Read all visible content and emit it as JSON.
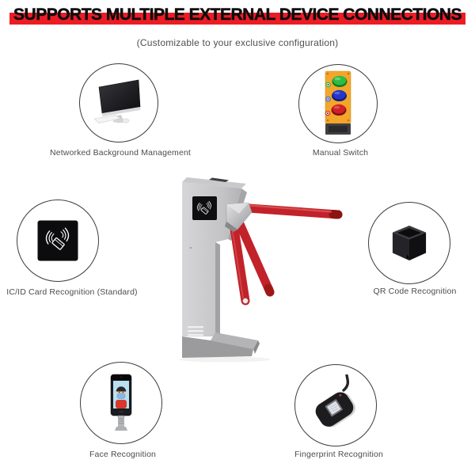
{
  "header": {
    "title": "SUPPORTS MULTIPLE EXTERNAL DEVICE CONNECTIONS",
    "subtitle": "(Customizable to your exclusive configuration)",
    "highlight_color": "#ec1c24"
  },
  "center_device": {
    "name": "tripod turnstile",
    "icon": "tripod-turnstile-icon",
    "body_color": "#c6c6c8",
    "arm_color": "#c2222a"
  },
  "devices": [
    {
      "id": "networked-background-management",
      "label": "Networked Background Management",
      "icon": "desktop-computer-icon"
    },
    {
      "id": "manual-switch",
      "label": "Manual Switch",
      "icon": "push-button-box-icon",
      "box_color": "#f4a62a",
      "button_colors": [
        "#2fbb44",
        "#2336c9",
        "#cf2127"
      ]
    },
    {
      "id": "ic-id-card-recognition",
      "label": "IC/ID Card Recognition (Standard)",
      "icon": "rfid-card-reader-icon"
    },
    {
      "id": "qr-code-recognition",
      "label": "QR Code Recognition",
      "icon": "qr-scanner-cube-icon"
    },
    {
      "id": "face-recognition",
      "label": "Face Recognition",
      "icon": "face-terminal-icon"
    },
    {
      "id": "fingerprint-recognition",
      "label": "Fingerprint Recognition",
      "icon": "fingerprint-reader-icon"
    }
  ]
}
